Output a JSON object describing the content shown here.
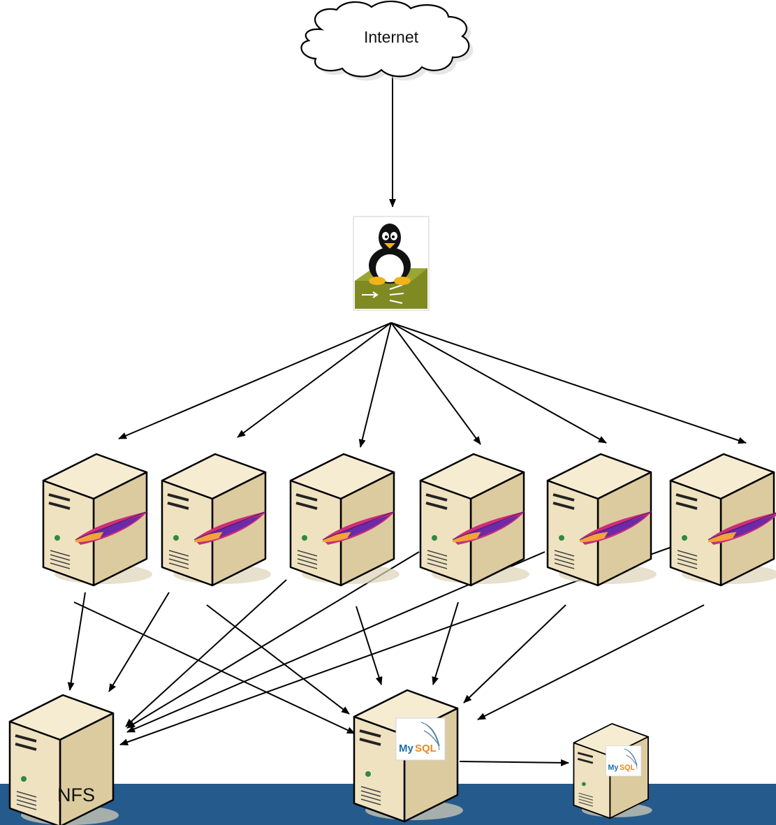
{
  "diagram": {
    "nodes": {
      "internet": {
        "label": "Internet",
        "icon": "cloud-icon"
      },
      "load_balancer": {
        "icon": "linux-router-icon"
      },
      "web_servers": [
        {
          "icon": "apache-feather-icon"
        },
        {
          "icon": "apache-feather-icon"
        },
        {
          "icon": "apache-feather-icon"
        },
        {
          "icon": "apache-feather-icon"
        },
        {
          "icon": "apache-feather-icon"
        },
        {
          "icon": "apache-feather-icon"
        }
      ],
      "nfs_server": {
        "label": "NFS"
      },
      "mysql_primary": {
        "logo_text_my": "My",
        "logo_text_sql": "SQL"
      },
      "mysql_replica": {
        "logo_text_my": "My",
        "logo_text_sql": "SQL"
      }
    },
    "edges": [
      [
        "internet",
        "load_balancer"
      ],
      [
        "load_balancer",
        "web_server_1"
      ],
      [
        "load_balancer",
        "web_server_2"
      ],
      [
        "load_balancer",
        "web_server_3"
      ],
      [
        "load_balancer",
        "web_server_4"
      ],
      [
        "load_balancer",
        "web_server_5"
      ],
      [
        "load_balancer",
        "web_server_6"
      ],
      [
        "web_server_1",
        "nfs_server"
      ],
      [
        "web_server_1",
        "mysql_primary"
      ],
      [
        "web_server_2",
        "nfs_server"
      ],
      [
        "web_server_2",
        "mysql_primary"
      ],
      [
        "web_server_3",
        "nfs_server"
      ],
      [
        "web_server_3",
        "mysql_primary"
      ],
      [
        "web_server_4",
        "nfs_server"
      ],
      [
        "web_server_4",
        "mysql_primary"
      ],
      [
        "web_server_5",
        "nfs_server"
      ],
      [
        "web_server_5",
        "mysql_primary"
      ],
      [
        "web_server_6",
        "nfs_server"
      ],
      [
        "web_server_6",
        "mysql_primary"
      ],
      [
        "mysql_primary",
        "mysql_replica"
      ]
    ],
    "colors": {
      "server_face": "#efe1bd",
      "server_side": "#d9c79a",
      "server_top": "#f6ecd2",
      "footer_band": "#255a8c",
      "router_box": "#7f8a22"
    }
  }
}
